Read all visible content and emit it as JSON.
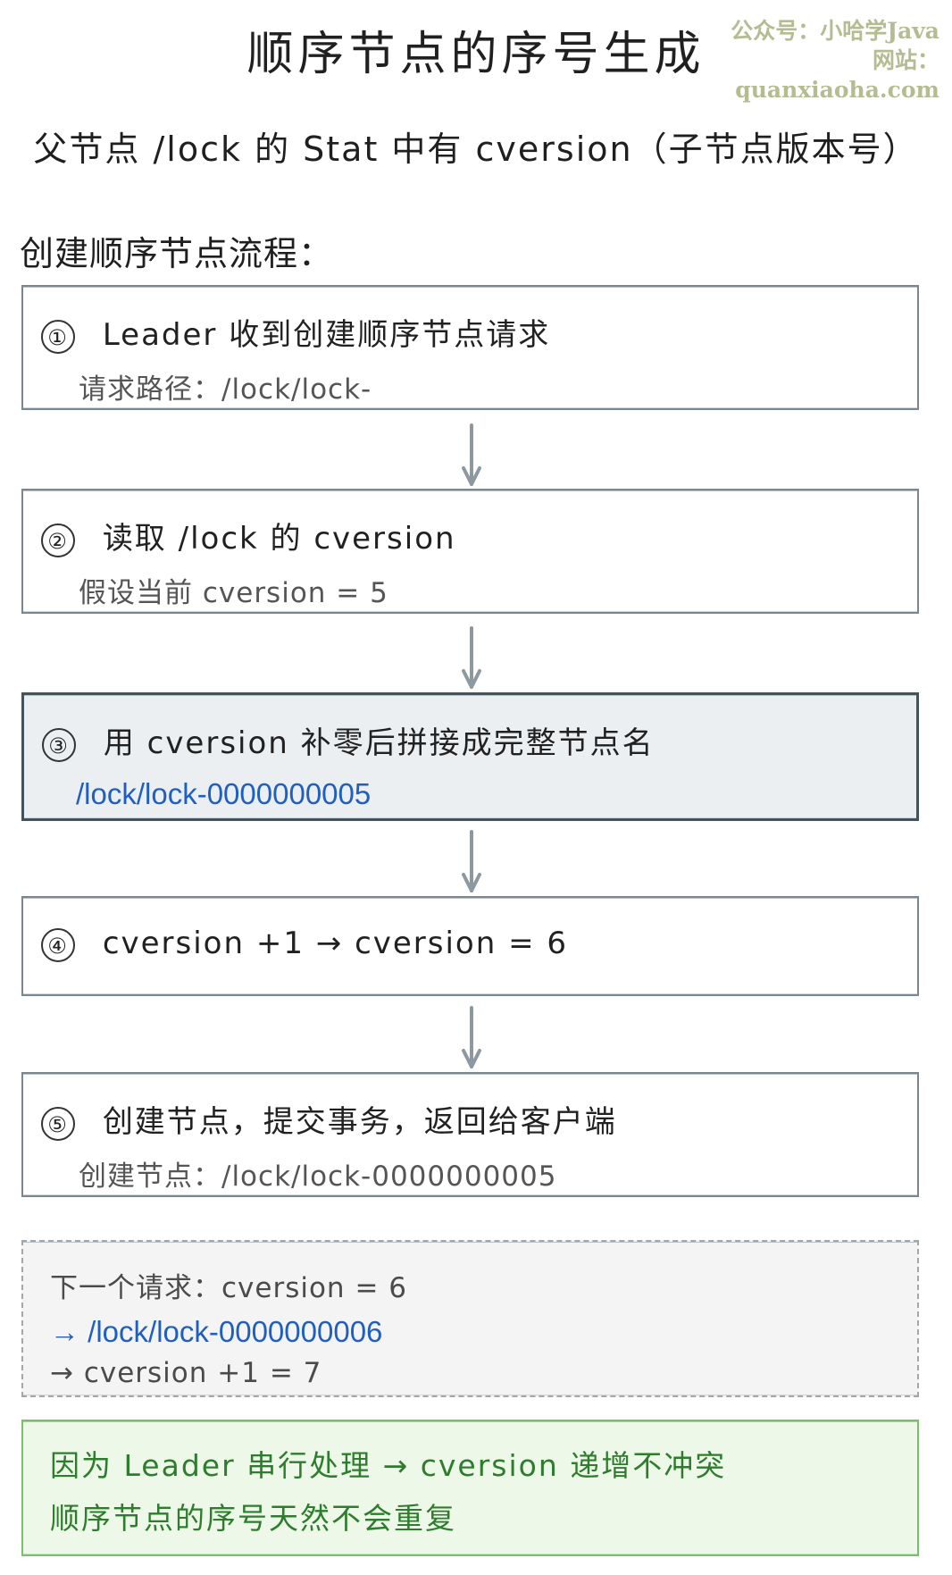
{
  "title": "顺序节点的序号生成",
  "watermark": {
    "line1": "公众号：小哈学Java",
    "line2": "网站：quanxiaoha.com"
  },
  "subtitle": "父节点 /lock 的 Stat 中有 cversion（子节点版本号）",
  "flow_label": "创建顺序节点流程：",
  "steps": [
    {
      "number": "①",
      "title": "Leader 收到创建顺序节点请求",
      "detail": "请求路径：/lock/lock-"
    },
    {
      "number": "②",
      "title": "读取 /lock 的 cversion",
      "detail": "假设当前 cversion = 5"
    },
    {
      "number": "③",
      "title": "用 cversion 补零后拼接成完整节点名",
      "detail": "/lock/lock-0000000005"
    },
    {
      "number": "④",
      "title": "cversion +1 → cversion = 6",
      "detail": ""
    },
    {
      "number": "⑤",
      "title": "创建节点，提交事务，返回给客户端",
      "detail": "创建节点：/lock/lock-0000000005"
    }
  ],
  "next_request": {
    "line1": "下一个请求：cversion = 6",
    "line2": "→ /lock/lock-0000000006",
    "line3": "→ cversion +1 = 7"
  },
  "conclusion": {
    "line1": "因为 Leader 串行处理 → cversion 递增不冲突",
    "line2": "顺序节点的序号天然不会重复"
  }
}
